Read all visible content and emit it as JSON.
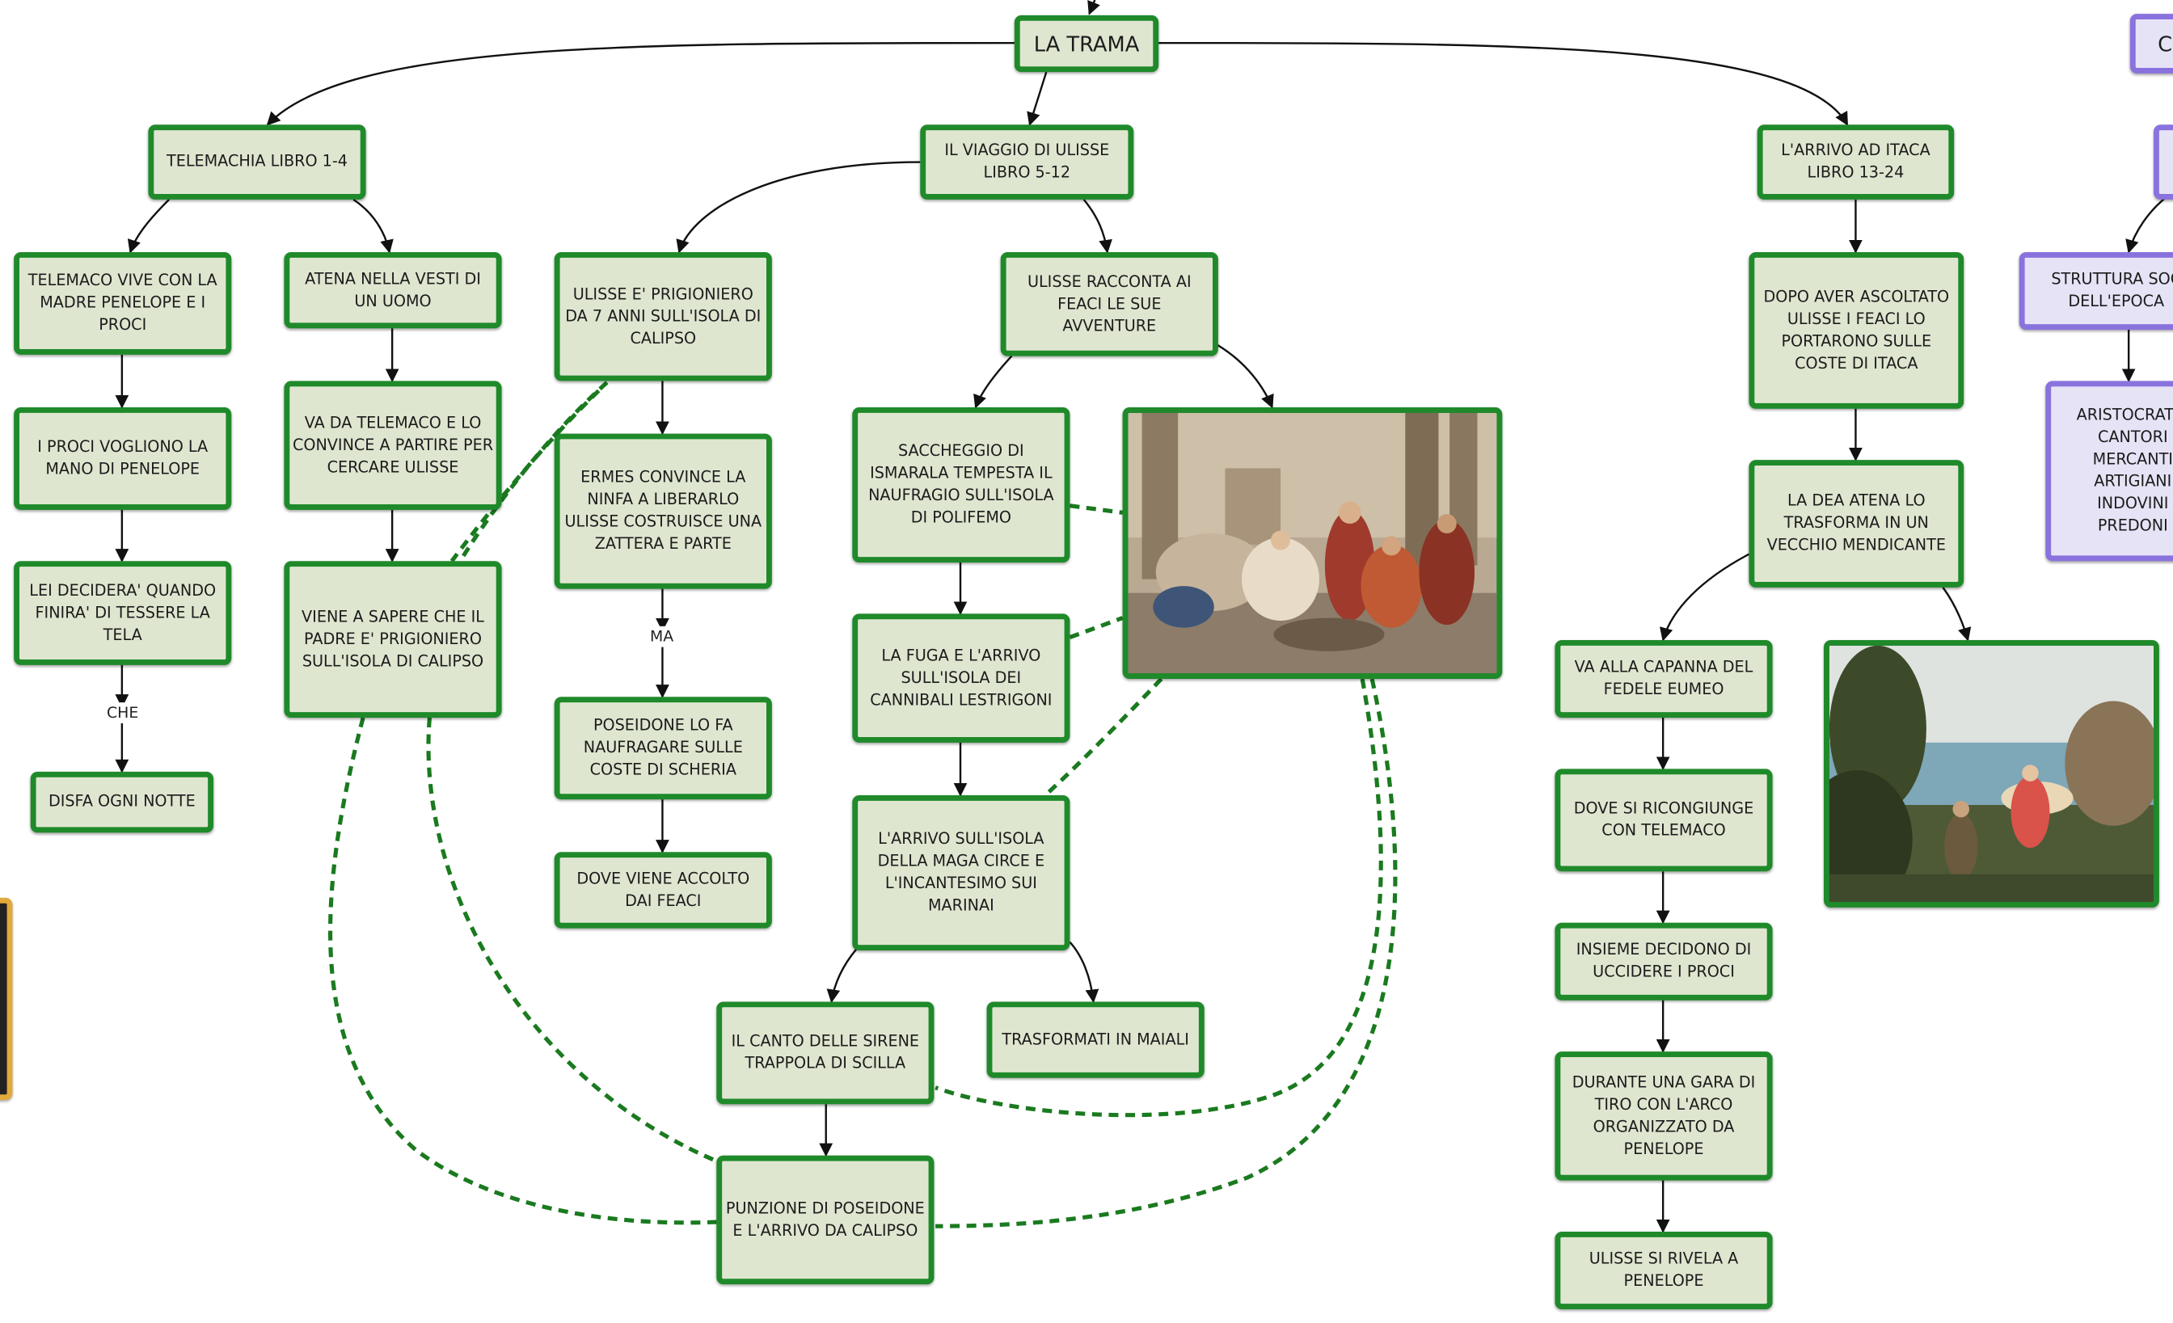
{
  "nodes": {
    "trama": "LA TRAMA",
    "telemachia": "TELEMACHIA LIBRO 1-4",
    "viaggio": "IL VIAGGIO DI ULISSE LIBRO 5-12",
    "arrivo_itaca": "L'ARRIVO AD ITACA LIBRO 13-24",
    "telemaco_vive": "TELEMACO VIVE CON LA MADRE PENELOPE E I PROCI",
    "proci_vogliono": "I PROCI VOGLIONO LA MANO DI PENELOPE",
    "lei_decidera": "LEI DECIDERA' QUANDO FINIRA' DI TESSERE LA TELA",
    "disfa": "DISFA OGNI NOTTE",
    "atena_vesti": "ATENA NELLA VESTI DI UN UOMO",
    "va_da_telemaco": "VA DA TELEMACO E LO CONVINCE A PARTIRE PER CERCARE ULISSE",
    "viene_a_sapere": "VIENE A SAPERE CHE IL PADRE E' PRIGIONIERO SULL'ISOLA DI CALIPSO",
    "prigioniero": "ULISSE E' PRIGIONIERO DA 7 ANNI SULL'ISOLA DI CALIPSO",
    "ermes": "ERMES CONVINCE LA NINFA A LIBERARLO ULISSE COSTRUISCE UNA ZATTERA E PARTE",
    "poseidone": "POSEIDONE LO FA NAUFRAGARE SULLE COSTE DI SCHERIA",
    "accolto": "DOVE VIENE ACCOLTO DAI FEACI",
    "racconta": "ULISSE RACCONTA AI FEACI LE SUE AVVENTURE",
    "saccheggio": "SACCHEGGIO DI ISMARALA TEMPESTA IL NAUFRAGIO SULL'ISOLA DI POLIFEMO",
    "fuga": "LA FUGA E L'ARRIVO SULL'ISOLA DEI CANNIBALI LESTRIGONI",
    "circe": "L'ARRIVO SULL'ISOLA DELLA MAGA CIRCE E L'INCANTESIMO SUI MARINAI",
    "sirene": "IL CANTO DELLE SIRENE TRAPPOLA DI SCILLA",
    "maiali": "TRASFORMATI IN MAIALI",
    "punizione": "PUNZIONE DI POSEIDONE E L'ARRIVO DA CALIPSO",
    "dopo_ascoltato": "DOPO AVER ASCOLTATO ULISSE I FEACI LO PORTARONO SULLE COSTE DI ITACA",
    "dea_atena": "LA DEA ATENA LO TRASFORMA IN UN VECCHIO MENDICANTE",
    "capanna": "VA ALLA CAPANNA DEL FEDELE EUMEO",
    "ricongiunge": "DOVE SI RICONGIUNGE CON TELEMACO",
    "insieme": "INSIEME DECIDONO DI UCCIDERE I PROCI",
    "gara": "DURANTE UNA GARA DI TIRO CON L'ARCO ORGANIZZATO DA PENELOPE",
    "rivela": "ULISSE SI RIVELA A PENELOPE",
    "struttura": "STRUTTURA SOC DELL'EPOCA",
    "classi": "ARISTOCRATIC CANTORI MERCANTI ARTIGIANI INDOVINI PREDONI",
    "edge_c": "C"
  },
  "link_labels": {
    "che": "CHE",
    "ma": "MA"
  },
  "colors": {
    "green_border": "#1f8a2a",
    "node_fill": "#dfe6d0",
    "purple_border": "#8a72de",
    "dashed_link": "#1a7a1f",
    "gold_border": "#e1a93a"
  }
}
